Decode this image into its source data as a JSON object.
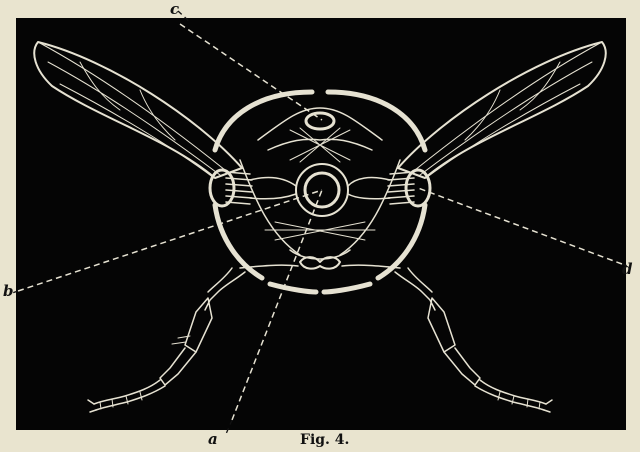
{
  "figure": {
    "caption": "Fig. 4.",
    "labels": {
      "a": "a",
      "b": "b",
      "c": "c",
      "d": "d"
    }
  }
}
